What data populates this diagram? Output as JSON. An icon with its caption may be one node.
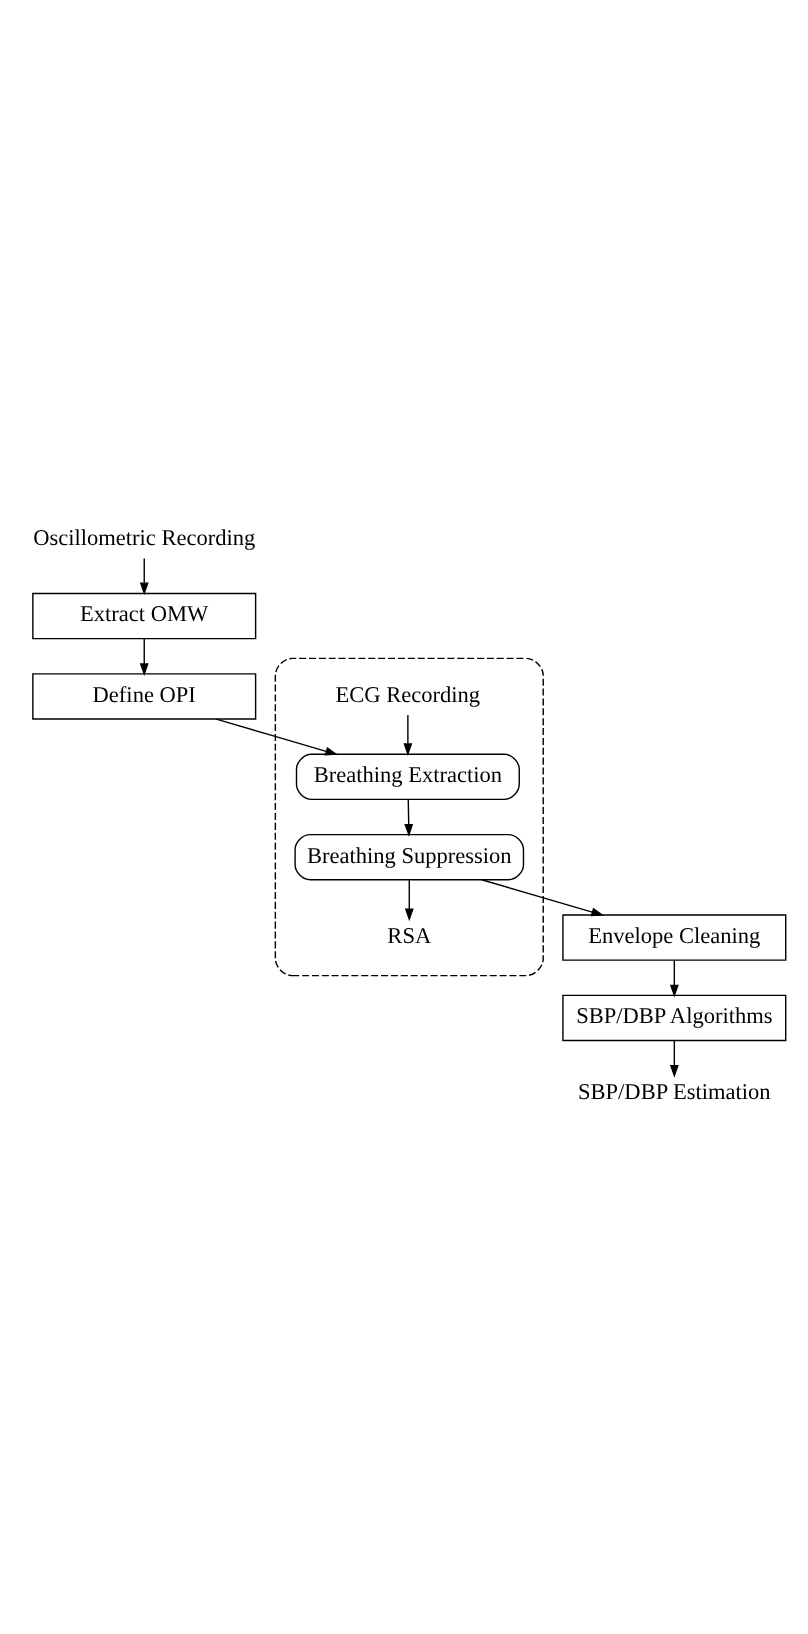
{
  "diagram": {
    "nodes": [
      {
        "text": [
          "Oscillometric Recording"
        ]
      },
      {
        "text": [
          "Extract OMW"
        ]
      },
      {
        "text": [
          "Define OPI"
        ]
      },
      {
        "text": [],
        "shape": "box"
      },
      {
        "text": [
          "ECG Recording"
        ],
        "in": 3
      },
      {
        "text": [
          "Breathing Extraction"
        ],
        "in": 3
      },
      {
        "text": [
          "Breathing Suppression"
        ],
        "in": 3
      },
      {
        "text": [
          "RSA"
        ],
        "in": 3
      },
      {
        "text": [
          "Envelope Cleaning"
        ]
      },
      {
        "text": [
          "SBP/DBP Algorithms"
        ]
      },
      {
        "text": [
          "SBP/DBP Estimation"
        ]
      }
    ],
    "edges": [
      {
        "from": 0,
        "to": 1,
        "arrow": "to"
      },
      {
        "from": 1,
        "to": 2,
        "arrow": "to"
      },
      {
        "from": 2,
        "to": 5,
        "arrow": "to"
      },
      {
        "from": 4,
        "to": 5,
        "arrow": "to"
      },
      {
        "from": 5,
        "to": 6,
        "arrow": "to"
      },
      {
        "from": 6,
        "to": 7,
        "arrow": "to"
      },
      {
        "from": 6,
        "to": 8,
        "arrow": "to"
      },
      {
        "from": 8,
        "to": 9,
        "arrow": "to"
      },
      {
        "from": 9,
        "to": 10,
        "arrow": "to"
      }
    ]
  }
}
